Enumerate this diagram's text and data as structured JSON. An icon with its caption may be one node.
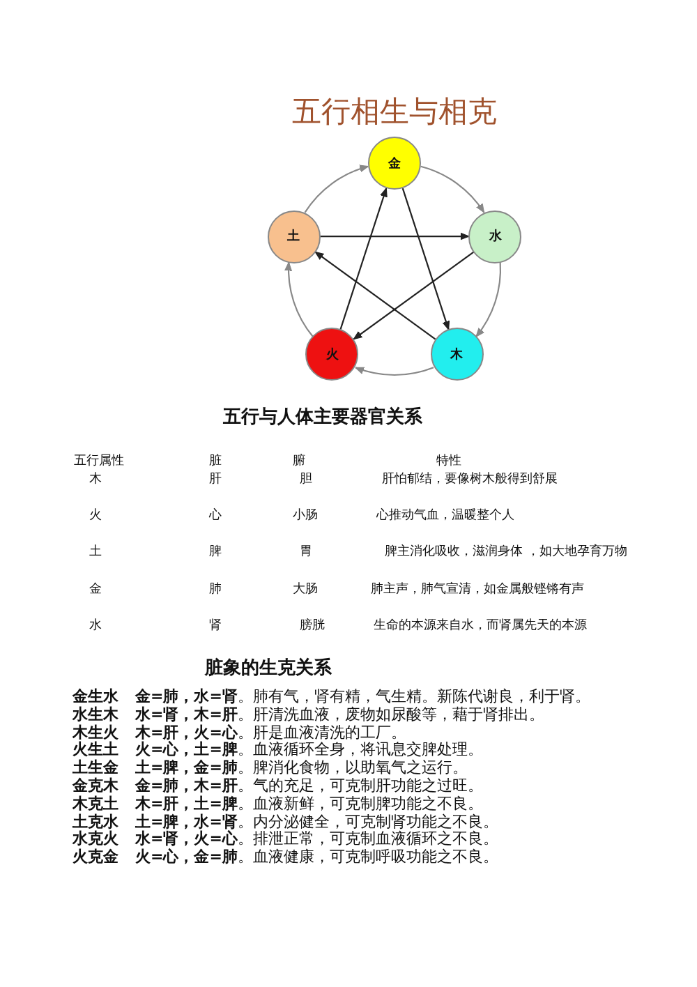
{
  "diagram": {
    "title": "五行相生与相克",
    "nodes": [
      {
        "text": [
          "金"
        ]
      },
      {
        "text": [
          "土"
        ]
      },
      {
        "text": [
          "水"
        ]
      },
      {
        "text": [
          "火"
        ]
      },
      {
        "text": [
          "木"
        ]
      }
    ],
    "edges": [
      {
        "from": 0,
        "to": 2,
        "arrow": "to"
      },
      {
        "from": 2,
        "to": 4,
        "arrow": "to"
      },
      {
        "from": 4,
        "to": 3,
        "arrow": "to"
      },
      {
        "from": 3,
        "to": 1,
        "arrow": "to"
      },
      {
        "from": 1,
        "to": 0,
        "arrow": "to"
      },
      {
        "from": 0,
        "to": 4,
        "arrow": "to",
        "color": "#222222"
      },
      {
        "from": 4,
        "to": 1,
        "arrow": "to",
        "color": "#222222"
      },
      {
        "from": 1,
        "to": 2,
        "arrow": "to",
        "color": "#222222"
      },
      {
        "from": 2,
        "to": 3,
        "arrow": "to",
        "color": "#222222"
      },
      {
        "from": 3,
        "to": 0,
        "arrow": "to",
        "color": "#222222"
      }
    ],
    "labels": [
      "五行与人体主要器官关系",
      "五行属性",
      "脏",
      "腑",
      "特性",
      "木",
      "肝",
      "胆",
      "肝怕郁结，要像树木般得到舒展",
      "火",
      "心",
      "小肠",
      "心推动气血，温暖整个人",
      "土",
      "脾",
      "胃",
      "脾主消化吸收，滋润身体 ，如大地孕育万物",
      "金",
      "肺",
      "大肠",
      "肺主声，肺气宣清，如金属般铿锵有声",
      "水",
      "肾",
      "膀胱",
      "生命的本源来自水，而肾属先天的本源",
      "脏象的生克关系",
      "金生水",
      "**金=肺，水=肾**。肺有气，肾有精，气生精。新陈代谢良，利于肾。",
      "水生木",
      "**水=肾，木=肝**。肝清洗血液，废物如尿酸等，藉于肾排出。",
      "木生火",
      "**木=肝，火=心**。肝是血液清洗的工厂。",
      "火生土",
      "**火=心，土=脾**。血液循环全身，将讯息交脾处理。",
      "土生金",
      "**土=脾，金=肺**。脾消化食物，以助氧气之运行。",
      "金克木",
      "**金=肺，木=肝**。气的充足，可克制肝功能之过旺。",
      "木克土",
      "**木=肝，土=脾**。血液新鲜，可克制脾功能之不良。",
      "土克水",
      "**土=脾，水=肾**。内分泌健全，可克制肾功能之不良。",
      "水克火",
      "**水=肾，火=心**。排泄正常，可克制血液循环之不良。",
      "火克金",
      "**火=心，金=肺**。血液健康，可克制呼吸功能之不良。"
    ]
  }
}
